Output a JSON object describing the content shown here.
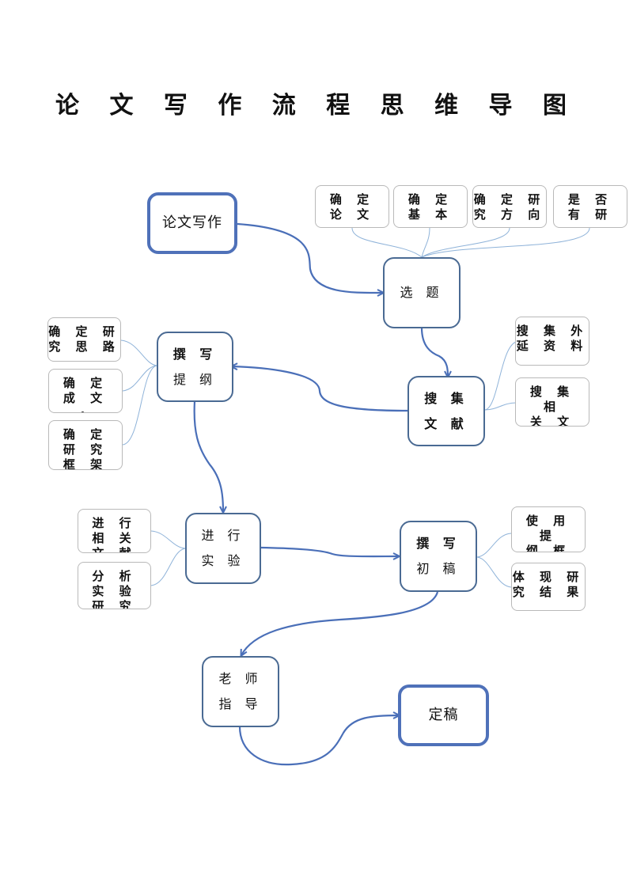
{
  "title": "论 文 写 作 流 程 思 维 导 图",
  "nodes": {
    "start": "论文写作",
    "topic": "选 题",
    "collect": [
      "搜 集",
      "文 献"
    ],
    "outline": [
      "撰 写",
      "提 纲"
    ],
    "experiment": [
      "进 行",
      "实 验"
    ],
    "draft": [
      "撰 写",
      "初 稿"
    ],
    "teacher": [
      "老 师",
      "指 导"
    ],
    "final": "定稿"
  },
  "subs": {
    "topic_1": [
      "确 定",
      "论 文"
    ],
    "topic_2": [
      "确 定",
      "基 本"
    ],
    "topic_3": [
      "确 定 研",
      "究 方 向"
    ],
    "topic_4": [
      "是 否",
      "有 研"
    ],
    "collect_1": [
      "搜 集 外",
      "延 资 料"
    ],
    "collect_2": [
      "搜 集",
      "相",
      "关 文"
    ],
    "outline_1": [
      "确 定 研",
      "究 思 路"
    ],
    "outline_2": [
      "确 定",
      "成 文",
      "·"
    ],
    "outline_3": [
      "确 定",
      "研 究",
      "框 架"
    ],
    "exp_1": [
      "进 行",
      "相 关",
      "文 献"
    ],
    "exp_2": [
      "分 析",
      "实 验",
      "研 究"
    ],
    "draft_1": [
      "使 用",
      "提",
      "纲 框"
    ],
    "draft_2": [
      "体 现 研",
      "究 结 果"
    ]
  },
  "colors": {
    "main_line": "#4a6fb8",
    "sub_line": "#8fb3d9",
    "node_border": "#4a6a93",
    "sub_border": "#b9b9b9"
  }
}
